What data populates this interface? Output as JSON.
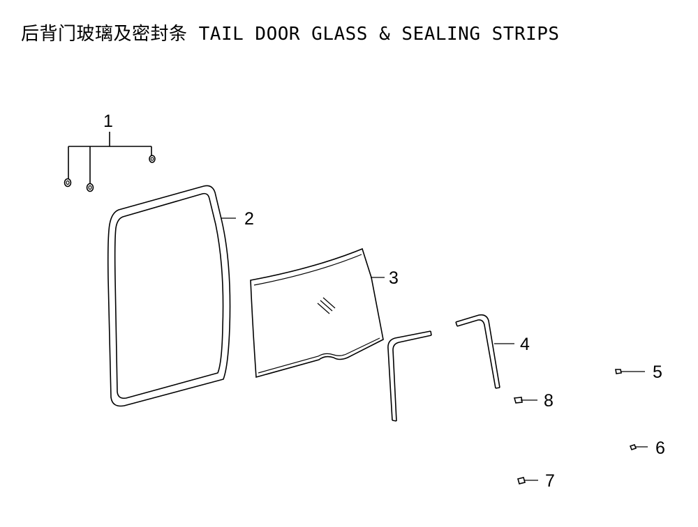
{
  "diagram": {
    "title": "后背门玻璃及密封条 TAIL DOOR GLASS & SEALING STRIPS",
    "callouts": [
      {
        "id": "1",
        "label": "1"
      },
      {
        "id": "2",
        "label": "2"
      },
      {
        "id": "3",
        "label": "3"
      },
      {
        "id": "4",
        "label": "4"
      },
      {
        "id": "5",
        "label": "5"
      },
      {
        "id": "6",
        "label": "6"
      },
      {
        "id": "7",
        "label": "7"
      },
      {
        "id": "8",
        "label": "8"
      }
    ]
  }
}
